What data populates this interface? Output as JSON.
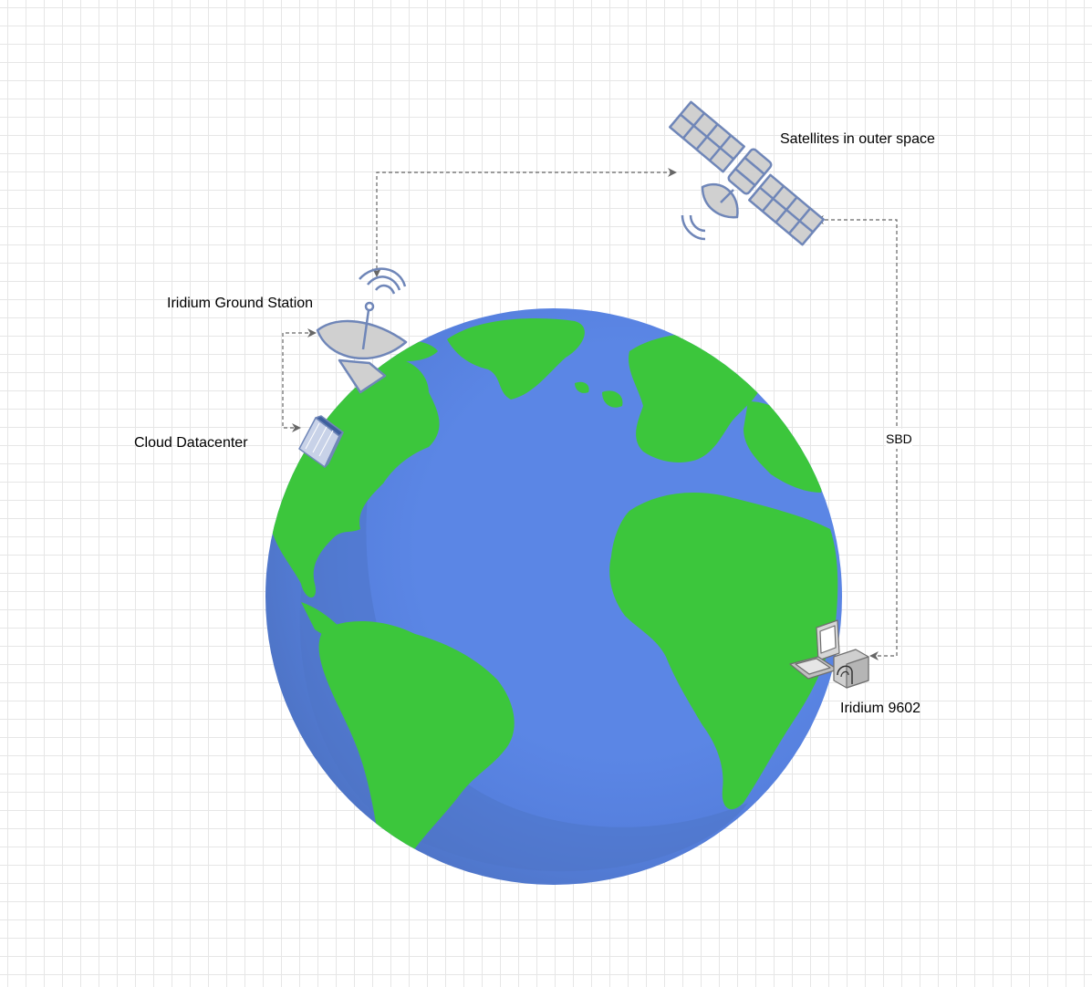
{
  "diagram": {
    "nodes": {
      "satellite": {
        "label": "Satellites in outer space",
        "icon": "satellite-icon"
      },
      "ground_station": {
        "label": "Iridium Ground Station",
        "icon": "satellite-dish-icon"
      },
      "datacenter": {
        "label": "Cloud Datacenter",
        "icon": "datacenter-building-icon"
      },
      "modem": {
        "label": "Iridium 9602",
        "icon": "satellite-modem-terminal-icon"
      },
      "earth": {
        "label": "",
        "icon": "earth-globe-icon"
      }
    },
    "edges": [
      {
        "from": "ground_station",
        "to": "satellite",
        "label": "",
        "style": "dashed-bidirectional"
      },
      {
        "from": "modem",
        "to": "satellite",
        "label": "SBD",
        "style": "dashed-bidirectional"
      },
      {
        "from": "ground_station",
        "to": "datacenter",
        "label": "",
        "style": "dashed-bidirectional"
      }
    ]
  },
  "colors": {
    "ocean": "#5b86e5",
    "ocean_shadow": "#4e74c6",
    "land": "#3cc63c",
    "icon_stroke": "#6f86b8",
    "icon_fill": "#d0d0d0",
    "connector": "#666666",
    "grid": "#e6e6e6"
  }
}
